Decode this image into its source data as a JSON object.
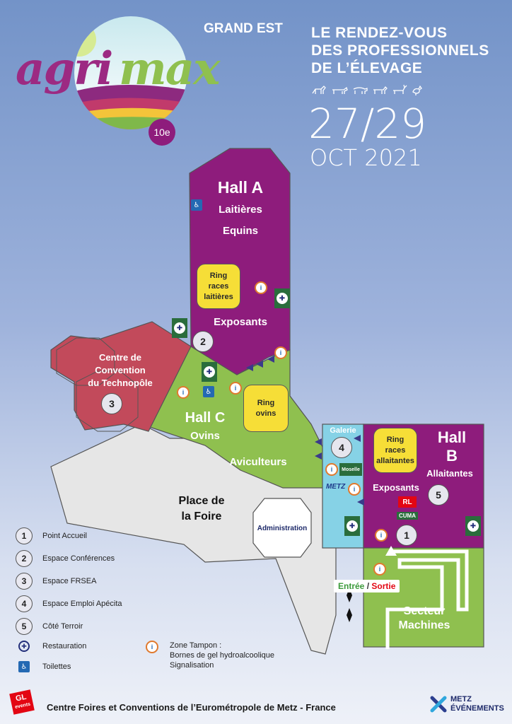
{
  "header": {
    "logo_word_part1": "agri",
    "logo_word_part2": "max",
    "logo_region": "GRAND EST",
    "logo_edition": "10e",
    "tagline_line1": "LE RENDEZ-VOUS",
    "tagline_line2": "DES PROFESSIONNELS",
    "tagline_line3": "DE L’ÉLEVAGE",
    "dates": "27/29",
    "month_year": "OCT 2021",
    "animal_icons": [
      "horse-icon",
      "cow-icon",
      "sheep-icon",
      "goat-icon",
      "deer-icon",
      "chicken-icon"
    ]
  },
  "map": {
    "hall_a": {
      "title": "Hall A",
      "line1": "Laitières",
      "line2": "Equins",
      "exposants": "Exposants",
      "ring": [
        "Ring",
        "races",
        "laitières"
      ]
    },
    "convention": {
      "line1": "Centre de",
      "line2": "Convention",
      "line3": "du Technopôle"
    },
    "hall_c": {
      "title": "Hall C",
      "line1": "Ovins",
      "line2": "Aviculteurs",
      "ring": [
        "Ring",
        "ovins"
      ]
    },
    "galerie": {
      "title": "Galerie",
      "sponsor1": "Moselle",
      "sponsor2": "METZ"
    },
    "hall_b": {
      "title1": "Hall",
      "title2": "B",
      "line1": "Allaitantes",
      "exposants": "Exposants",
      "ring": [
        "Ring",
        "races",
        "allaitantes"
      ],
      "sponsor1": "RL",
      "sponsor2": "CUMA"
    },
    "place": {
      "line1": "Place de",
      "line2": "la Foire"
    },
    "administration": "Administration",
    "secteur": {
      "line1": "Secteur",
      "line2": "Machines"
    },
    "entree": "Entrée",
    "sortie": "Sortie",
    "entree_sep": " / ",
    "points": [
      "1",
      "2",
      "3",
      "4",
      "5"
    ]
  },
  "legend": {
    "items": [
      {
        "num": "1",
        "label": "Point Accueil"
      },
      {
        "num": "2",
        "label": "Espace Conférences"
      },
      {
        "num": "3",
        "label": "Espace FRSEA"
      },
      {
        "num": "4",
        "label": "Espace Emploi Apécita"
      },
      {
        "num": "5",
        "label": "Côté Terroir"
      }
    ],
    "restauration": "Restauration",
    "toilettes": "Toilettes",
    "zone_title": "Zone Tampon :",
    "zone_line1": "Bornes de gel hydroalcoolique",
    "zone_line2": "Signalisation"
  },
  "footer": {
    "gl_logo": "GL",
    "gl_sub": "events",
    "text": "Centre Foires et Conventions de l’Eurométropole de Metz - France",
    "metz_line1": "METZ",
    "metz_line2": "ÉVÉNEMENTS"
  },
  "colors": {
    "purple": "#8e1c7c",
    "green": "#8fc04f",
    "rose": "#c24a5b",
    "cyan": "#86d2e6",
    "gray": "#e6e6e6"
  }
}
